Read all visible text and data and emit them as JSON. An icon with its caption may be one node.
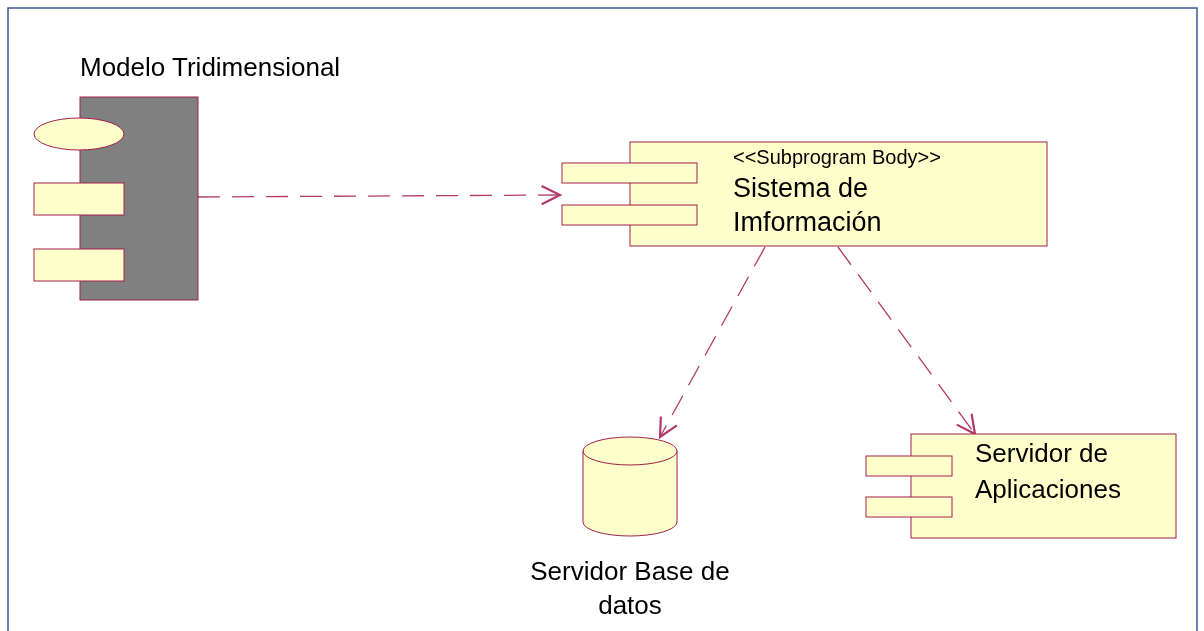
{
  "diagram": {
    "nodes": [
      {
        "text": [
          "Modelo Tridimensional"
        ]
      },
      {
        "text": [
          "<<Subprogram Body>>",
          "Sistema de Imformación"
        ]
      },
      {
        "text": [],
        "shape": "cylinder",
        "beside": [
          "Servidor Base de datos"
        ]
      },
      {
        "text": [
          "Servidor de Aplicaciones"
        ]
      }
    ],
    "edges": [
      {
        "from": 0,
        "to": 1,
        "arrow": "to",
        "style": "dashed"
      },
      {
        "from": 1,
        "to": 2,
        "arrow": "to",
        "style": "dashed"
      },
      {
        "from": 1,
        "to": 3,
        "arrow": "to",
        "style": "dashed"
      }
    ]
  }
}
